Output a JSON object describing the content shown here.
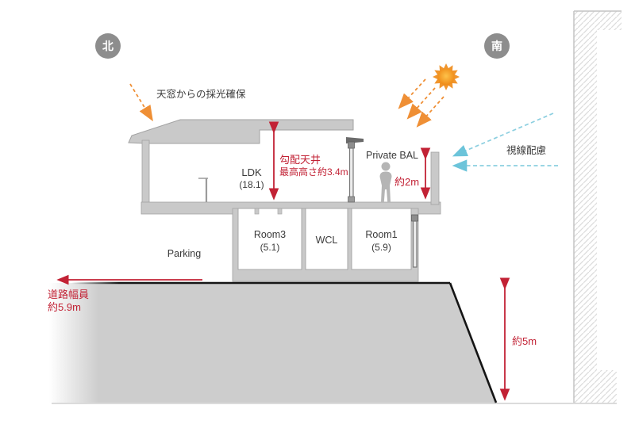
{
  "title": "house-section-diagram",
  "compass": {
    "north": "北",
    "south": "南"
  },
  "annotations": {
    "skylight": "天窓からの採光確保",
    "sightline": "視線配慮",
    "sloped_ceiling_line1": "勾配天井",
    "sloped_ceiling_line2": "最高高さ約3.4m",
    "balcony_label": "Private BAL",
    "balcony_height": "約2m",
    "road_width_line1": "道路幅員",
    "road_width_line2": "約5.9m",
    "ground_height": "約5m"
  },
  "rooms": [
    {
      "name": "LDK",
      "area": "(18.1)"
    },
    {
      "name": "Room3",
      "area": "(5.1)"
    },
    {
      "name": "WCL",
      "area": ""
    },
    {
      "name": "Room1",
      "area": "(5.9)"
    },
    {
      "name": "Parking",
      "area": ""
    }
  ],
  "icons": {
    "sun": "sun-icon"
  },
  "colors": {
    "accent_red": "#c22235",
    "accent_orange": "#ef8f35",
    "accent_blue": "#8ccfe0",
    "structure_gray": "#c9c9c9",
    "ground_gray": "#cdcdcd",
    "badge_gray": "#8d8d8d"
  }
}
